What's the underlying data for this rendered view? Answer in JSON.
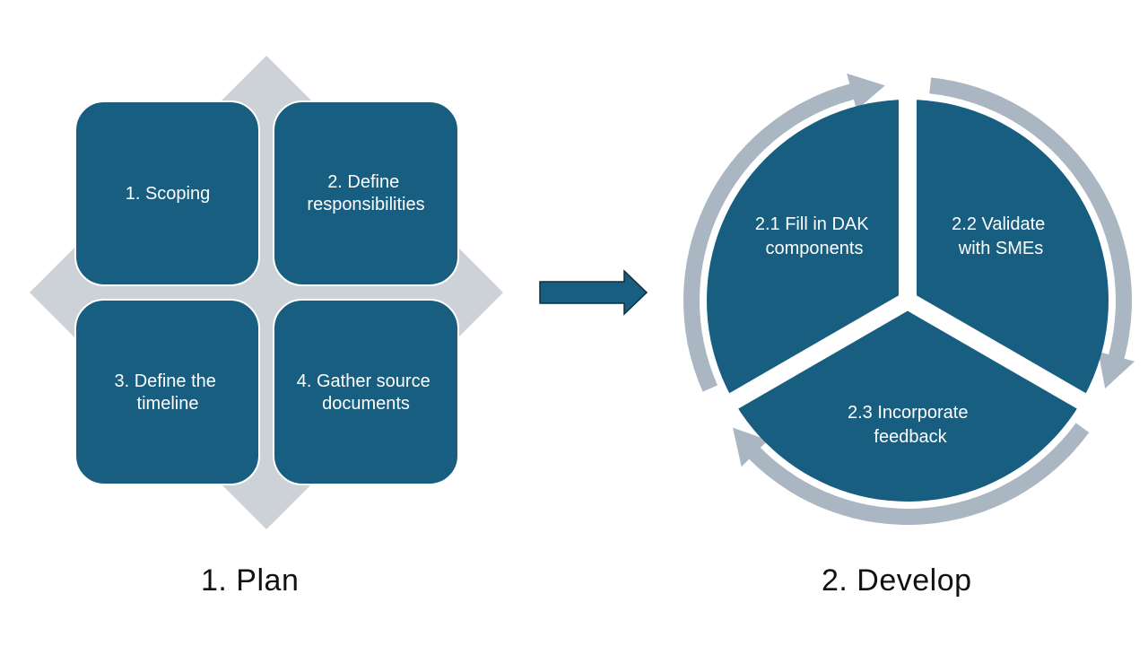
{
  "colors": {
    "primary": "#175E80",
    "diamond": "#CDD2D8",
    "ring": "#ABB6C3",
    "text_on_primary": "#FFFFFF",
    "label_text": "#111111",
    "connector_arrow_stroke": "#0E2F40"
  },
  "plan": {
    "label": "1. Plan",
    "background_shape": "diamond",
    "steps": [
      {
        "lines": [
          "1. Scoping"
        ]
      },
      {
        "lines": [
          "2. Define",
          "responsibilities"
        ]
      },
      {
        "lines": [
          "3. Define the",
          "timeline"
        ]
      },
      {
        "lines": [
          "4. Gather source",
          "documents"
        ]
      }
    ]
  },
  "connector": {
    "icon": "right-arrow-icon"
  },
  "develop": {
    "label": "2. Develop",
    "cycle_direction": "clockwise",
    "steps": [
      {
        "lines": [
          "2.1 Fill in DAK",
          "components"
        ]
      },
      {
        "lines": [
          "2.2 Validate",
          "with SMEs"
        ]
      },
      {
        "lines": [
          "2.3 Incorporate",
          "feedback"
        ]
      }
    ]
  }
}
